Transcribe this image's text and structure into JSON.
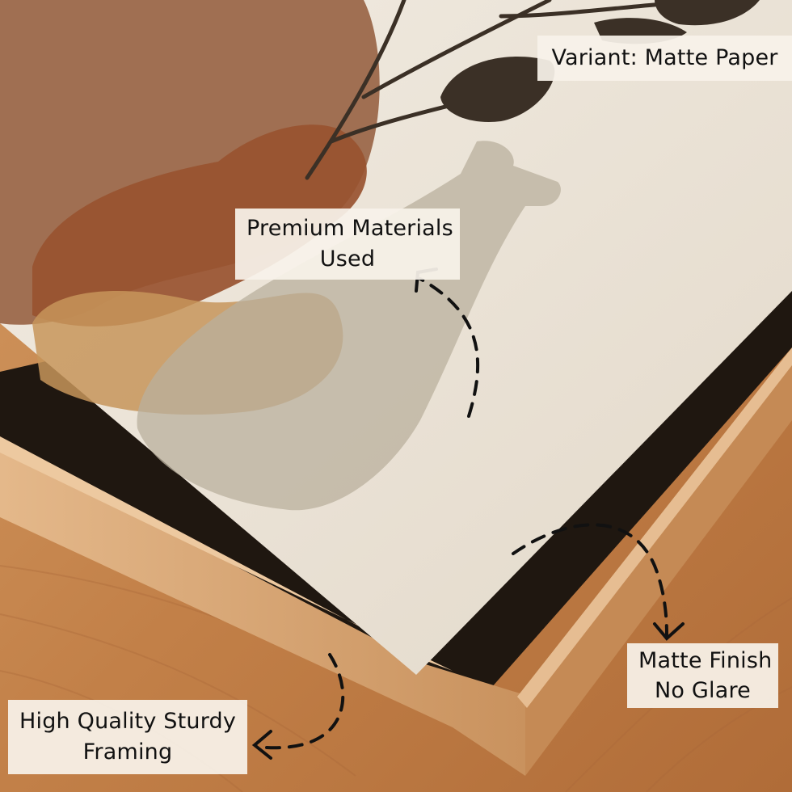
{
  "labels": {
    "variant": "Variant: Matte Paper",
    "premium_line1": "Premium Materials",
    "premium_line2": "Used",
    "framing_line1": "High Quality Sturdy",
    "framing_line2": "Framing",
    "matte_line1": "Matte Finish",
    "matte_line2": "No Glare"
  },
  "colors": {
    "wood": "#c88a52",
    "wood_dark": "#a8683a",
    "paper": "#ece3d6",
    "terracotta": "#a06f52",
    "rust": "#985230",
    "ochre": "#c7955b",
    "sage": "#c4bcab",
    "leaf": "#3b3026",
    "frame_shadow": "#231a12",
    "arrow": "#111111"
  }
}
